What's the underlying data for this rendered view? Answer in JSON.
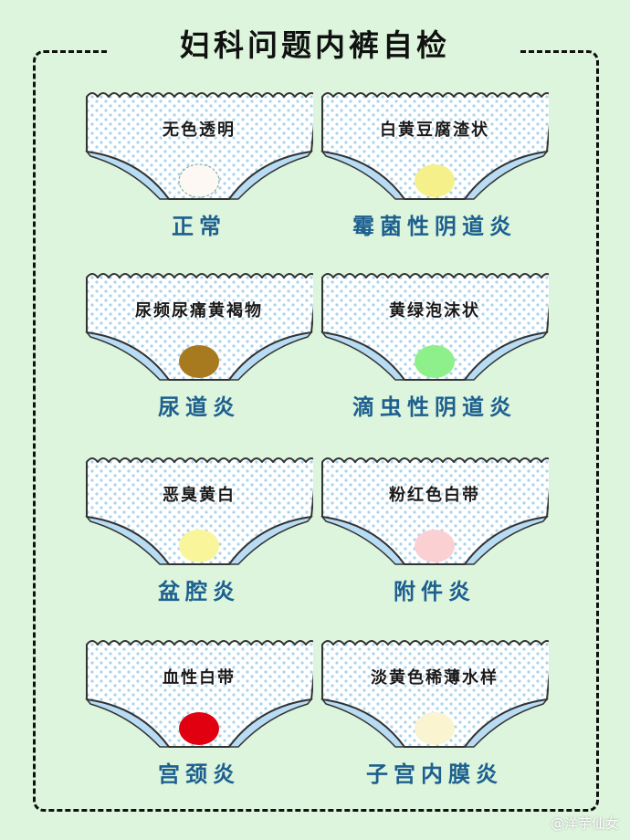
{
  "title": "妇科问题内裤自检",
  "items": [
    {
      "desc": "无色透明",
      "label": "正常",
      "color": "#fdf8f4"
    },
    {
      "desc": "白黄豆腐渣状",
      "label": "霉菌性阴道炎",
      "color": "#f6f08a"
    },
    {
      "desc": "尿频尿痛黄褐物",
      "label": "尿道炎",
      "color": "#a87a1f"
    },
    {
      "desc": "黄绿泡沫状",
      "label": "滴虫性阴道炎",
      "color": "#8ef08a"
    },
    {
      "desc": "恶臭黄白",
      "label": "盆腔炎",
      "color": "#f8f59a"
    },
    {
      "desc": "粉红色白带",
      "label": "附件炎",
      "color": "#fbd0d2"
    },
    {
      "desc": "血性白带",
      "label": "宫颈炎",
      "color": "#e0000f"
    },
    {
      "desc": "淡黄色稀薄水样",
      "label": "子宫内膜炎",
      "color": "#faf5d0"
    }
  ],
  "watermark": "@洋芋仙女"
}
